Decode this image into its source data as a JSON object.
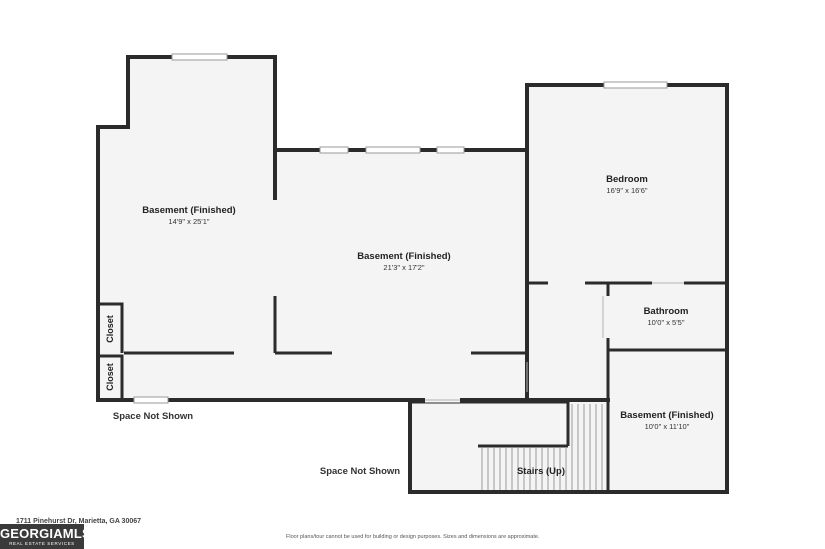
{
  "rooms": [
    {
      "name": "Basement (Finished)",
      "dims": "14'9\" x 25'1\""
    },
    {
      "name": "Basement (Finished)",
      "dims": "21'3\" x 17'2\""
    },
    {
      "name": "Bedroom",
      "dims": "16'9\" x 16'6\""
    },
    {
      "name": "Bathroom",
      "dims": "10'0\" x 5'5\""
    },
    {
      "name": "Basement (Finished)",
      "dims": "10'0\" x 11'10\""
    },
    {
      "name": "Stairs (Up)",
      "dims": ""
    }
  ],
  "closets": [
    "Closet",
    "Closet"
  ],
  "notes": [
    "Space Not Shown",
    "Space Not Shown"
  ],
  "footer": {
    "address": "1711 Pinehurst Dr, Marietta, GA 30067",
    "disclaimer": "Floor plans/tour cannot be used for building or design purposes. Sizes and dimensions are approximate.",
    "logo_main": "GEORGIAMLS",
    "logo_sub": "REAL ESTATE SERVICES"
  },
  "colors": {
    "wall": "#2b2b2b",
    "floor": "#f4f4f4",
    "background": "#ffffff"
  }
}
